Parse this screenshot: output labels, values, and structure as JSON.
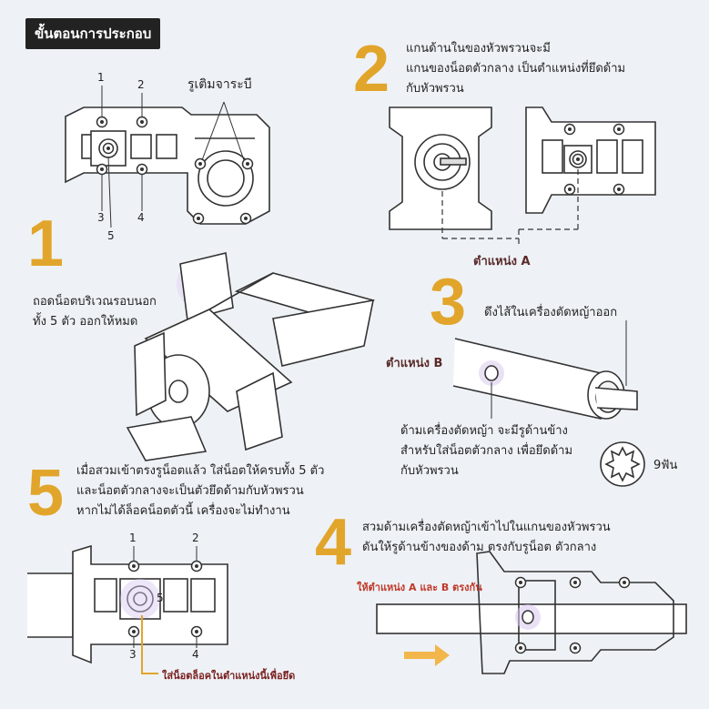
{
  "title": "ขั้นตอนการประกอบ",
  "step1": {
    "number": "1",
    "text_line1": "ถอดน็อตบริเวณรอบนอก",
    "text_line2": "ทั้ง 5 ตัว ออกให้หมด",
    "callout_lube": "รูเติมจาระบี",
    "bolt_labels": [
      "1",
      "2",
      "3",
      "4",
      "5"
    ]
  },
  "step2": {
    "number": "2",
    "text_line1": "แกนด้านในของหัวพรวนจะมี",
    "text_line2": "แกนของน็อตตัวกลาง เป็นตำแหน่งที่ยึดด้าม",
    "text_line3": "กับหัวพรวน",
    "position_label": "ตำแหน่ง A"
  },
  "step3": {
    "number": "3",
    "text": "ดึงไส้ในเครื่องตัดหญ้าออก",
    "position_label": "ตำแหน่ง B",
    "note_line1": "ด้ามเครื่องตัดหญ้า จะมีรูด้านข้าง",
    "note_line2": "สำหรับใส่น็อตตัวกลาง เพื่อยึดด้าม",
    "note_line3": "กับหัวพรวน",
    "teeth_label": "9ฟัน"
  },
  "step4": {
    "number": "4",
    "text_line1": "สวมด้ามเครื่องตัดหญ้าเข้าไปในแกนของหัวพรวน",
    "text_line2": "ดันให้รูด้านข้างของด้าม ตรงกับรูน็อต ตัวกลาง",
    "align_label": "ให้ตำแหน่ง A และ B ตรงกัน"
  },
  "step5": {
    "number": "5",
    "text_line1": "เมื่อสวมเข้าตรงรูน็อตแล้ว ใส่น็อตให้ครบทั้ง 5 ตัว",
    "text_line2": "และน็อตตัวกลางจะเป็นตัวยึดด้ามกับหัวพรวน",
    "text_line3": "หากไม่ได้ล็อคน็อตตัวนี้ เครื่องจะไม่ทำงาน",
    "lock_label": "ใส่น็อตล็อคในตำแหน่งนี้เพื่อยึด",
    "bolt_labels": [
      "1",
      "2",
      "3",
      "4",
      "5"
    ]
  },
  "colors": {
    "accent": "#e2a52b",
    "line": "#2b2b2b",
    "position": "#5a2a2a",
    "highlight": "#d8c8f0"
  }
}
